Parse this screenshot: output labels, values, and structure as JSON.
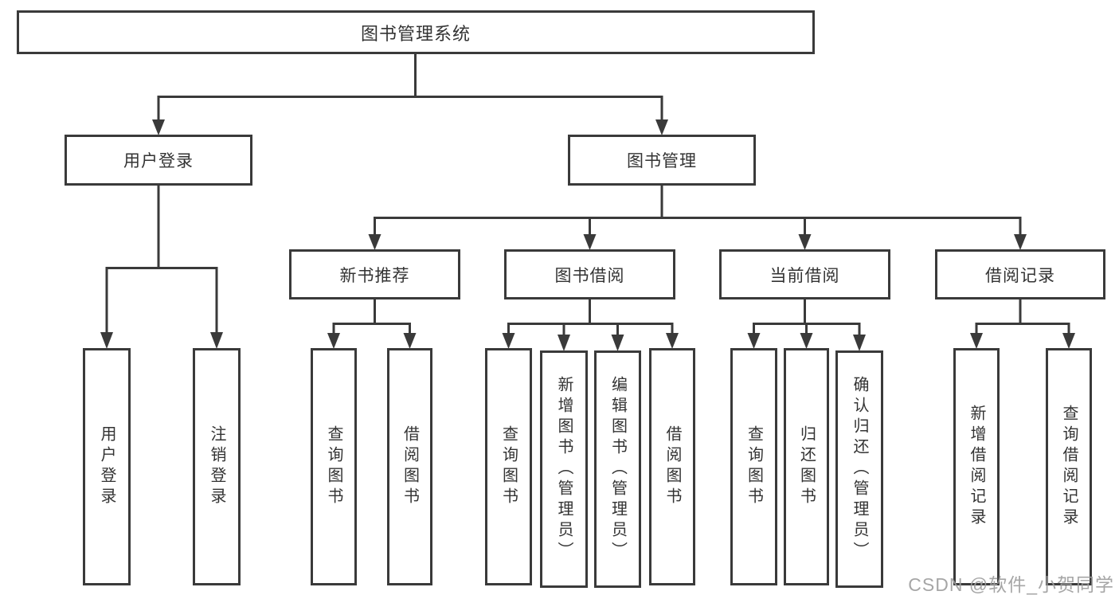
{
  "diagram": {
    "title": "图书管理系统",
    "tree": {
      "root": {
        "label": "图书管理系统"
      },
      "branches": [
        {
          "label": "用户登录",
          "children": [
            {
              "label": "用户登录"
            },
            {
              "label": "注销登录"
            }
          ]
        },
        {
          "label": "图书管理",
          "children": [
            {
              "label": "新书推荐",
              "children": [
                {
                  "label": "查询图书"
                },
                {
                  "label": "借阅图书"
                }
              ]
            },
            {
              "label": "图书借阅",
              "children": [
                {
                  "label": "查询图书"
                },
                {
                  "label": "新增图书（管理员）"
                },
                {
                  "label": "编辑图书（管理员）"
                },
                {
                  "label": "借阅图书"
                }
              ]
            },
            {
              "label": "当前借阅",
              "children": [
                {
                  "label": "查询图书"
                },
                {
                  "label": "归还图书"
                },
                {
                  "label": "确认归还（管理员）"
                }
              ]
            },
            {
              "label": "借阅记录",
              "children": [
                {
                  "label": "新增借阅记录"
                },
                {
                  "label": "查询借阅记录"
                }
              ]
            }
          ]
        }
      ]
    },
    "colors": {
      "line": "#3a3a3a",
      "border": "#3a3a3a",
      "text": "#333333",
      "background": "#ffffff",
      "watermark_text": "#9e9e9e"
    }
  },
  "watermark": {
    "text": "CSDN @软件_小贺同学"
  }
}
